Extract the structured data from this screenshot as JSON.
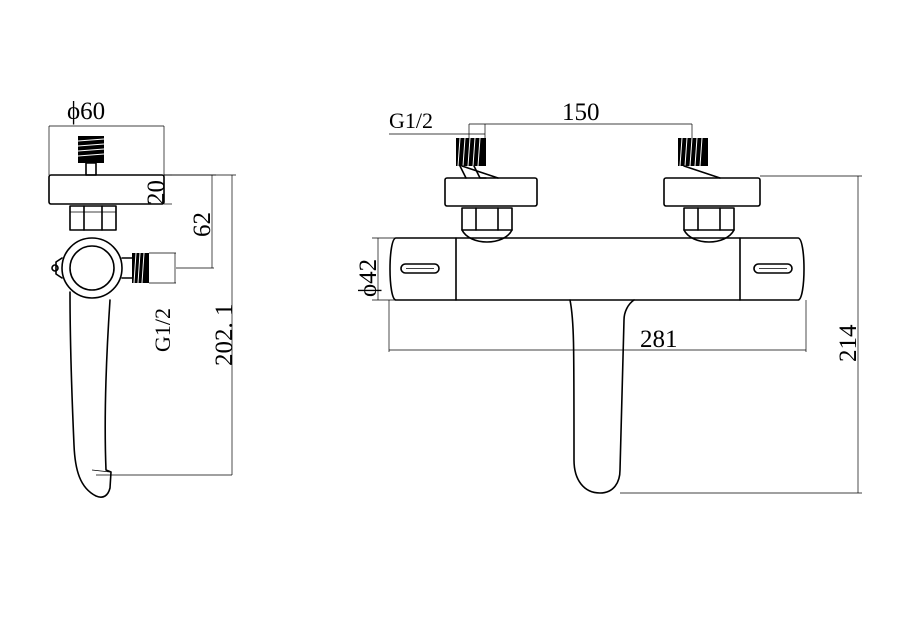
{
  "side_view": {
    "diameter_label": "ϕ60",
    "height_20": "20",
    "height_62": "62",
    "height_total": "202. 1",
    "inlet_thread": "G1/2"
  },
  "front_view": {
    "inlet_thread": "G1/2",
    "inlet_spacing": "150",
    "body_diameter": "ϕ42",
    "body_length": "281",
    "total_height": "214"
  }
}
